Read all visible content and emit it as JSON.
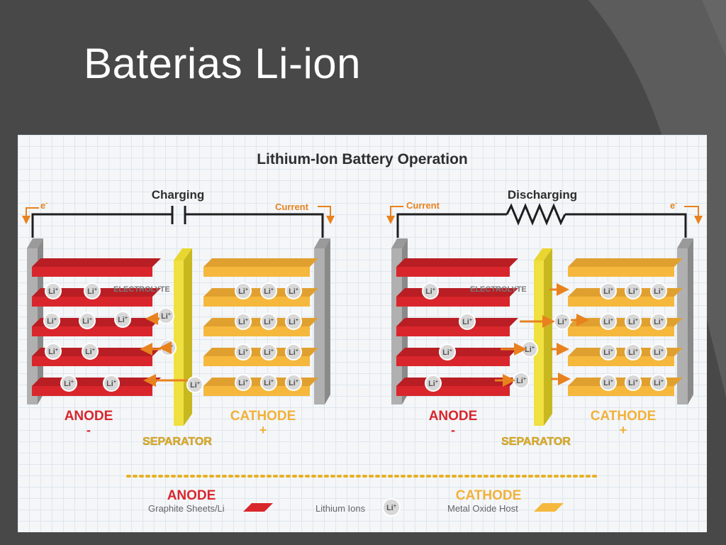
{
  "slide": {
    "title": "Baterias Li-ion"
  },
  "figure": {
    "title": "Lithium-Ion Battery Operation",
    "electron_label": "e",
    "electron_sup": "-",
    "current_label": "Current",
    "electrolyte_label": "ELECTROLYTE",
    "ion_label": "Li",
    "ion_sup": "+",
    "anode_label": "ANODE",
    "anode_sign": "-",
    "cathode_label": "CATHODE",
    "cathode_sign": "+",
    "separator_label": "SEPARATOR",
    "charging": {
      "mode_label": "Charging"
    },
    "discharging": {
      "mode_label": "Discharging"
    },
    "legend": {
      "anode_title": "ANODE",
      "anode_desc": "Graphite Sheets/Li",
      "ions_label": "Lithium Ions",
      "cathode_title": "CATHODE",
      "cathode_desc": "Metal Oxide Host"
    },
    "colors": {
      "anode": "#d9262c",
      "cathode": "#f5b83d",
      "separator": "#f0e040",
      "arrow": "#e8821e",
      "wire": "#1e1e1e"
    }
  }
}
